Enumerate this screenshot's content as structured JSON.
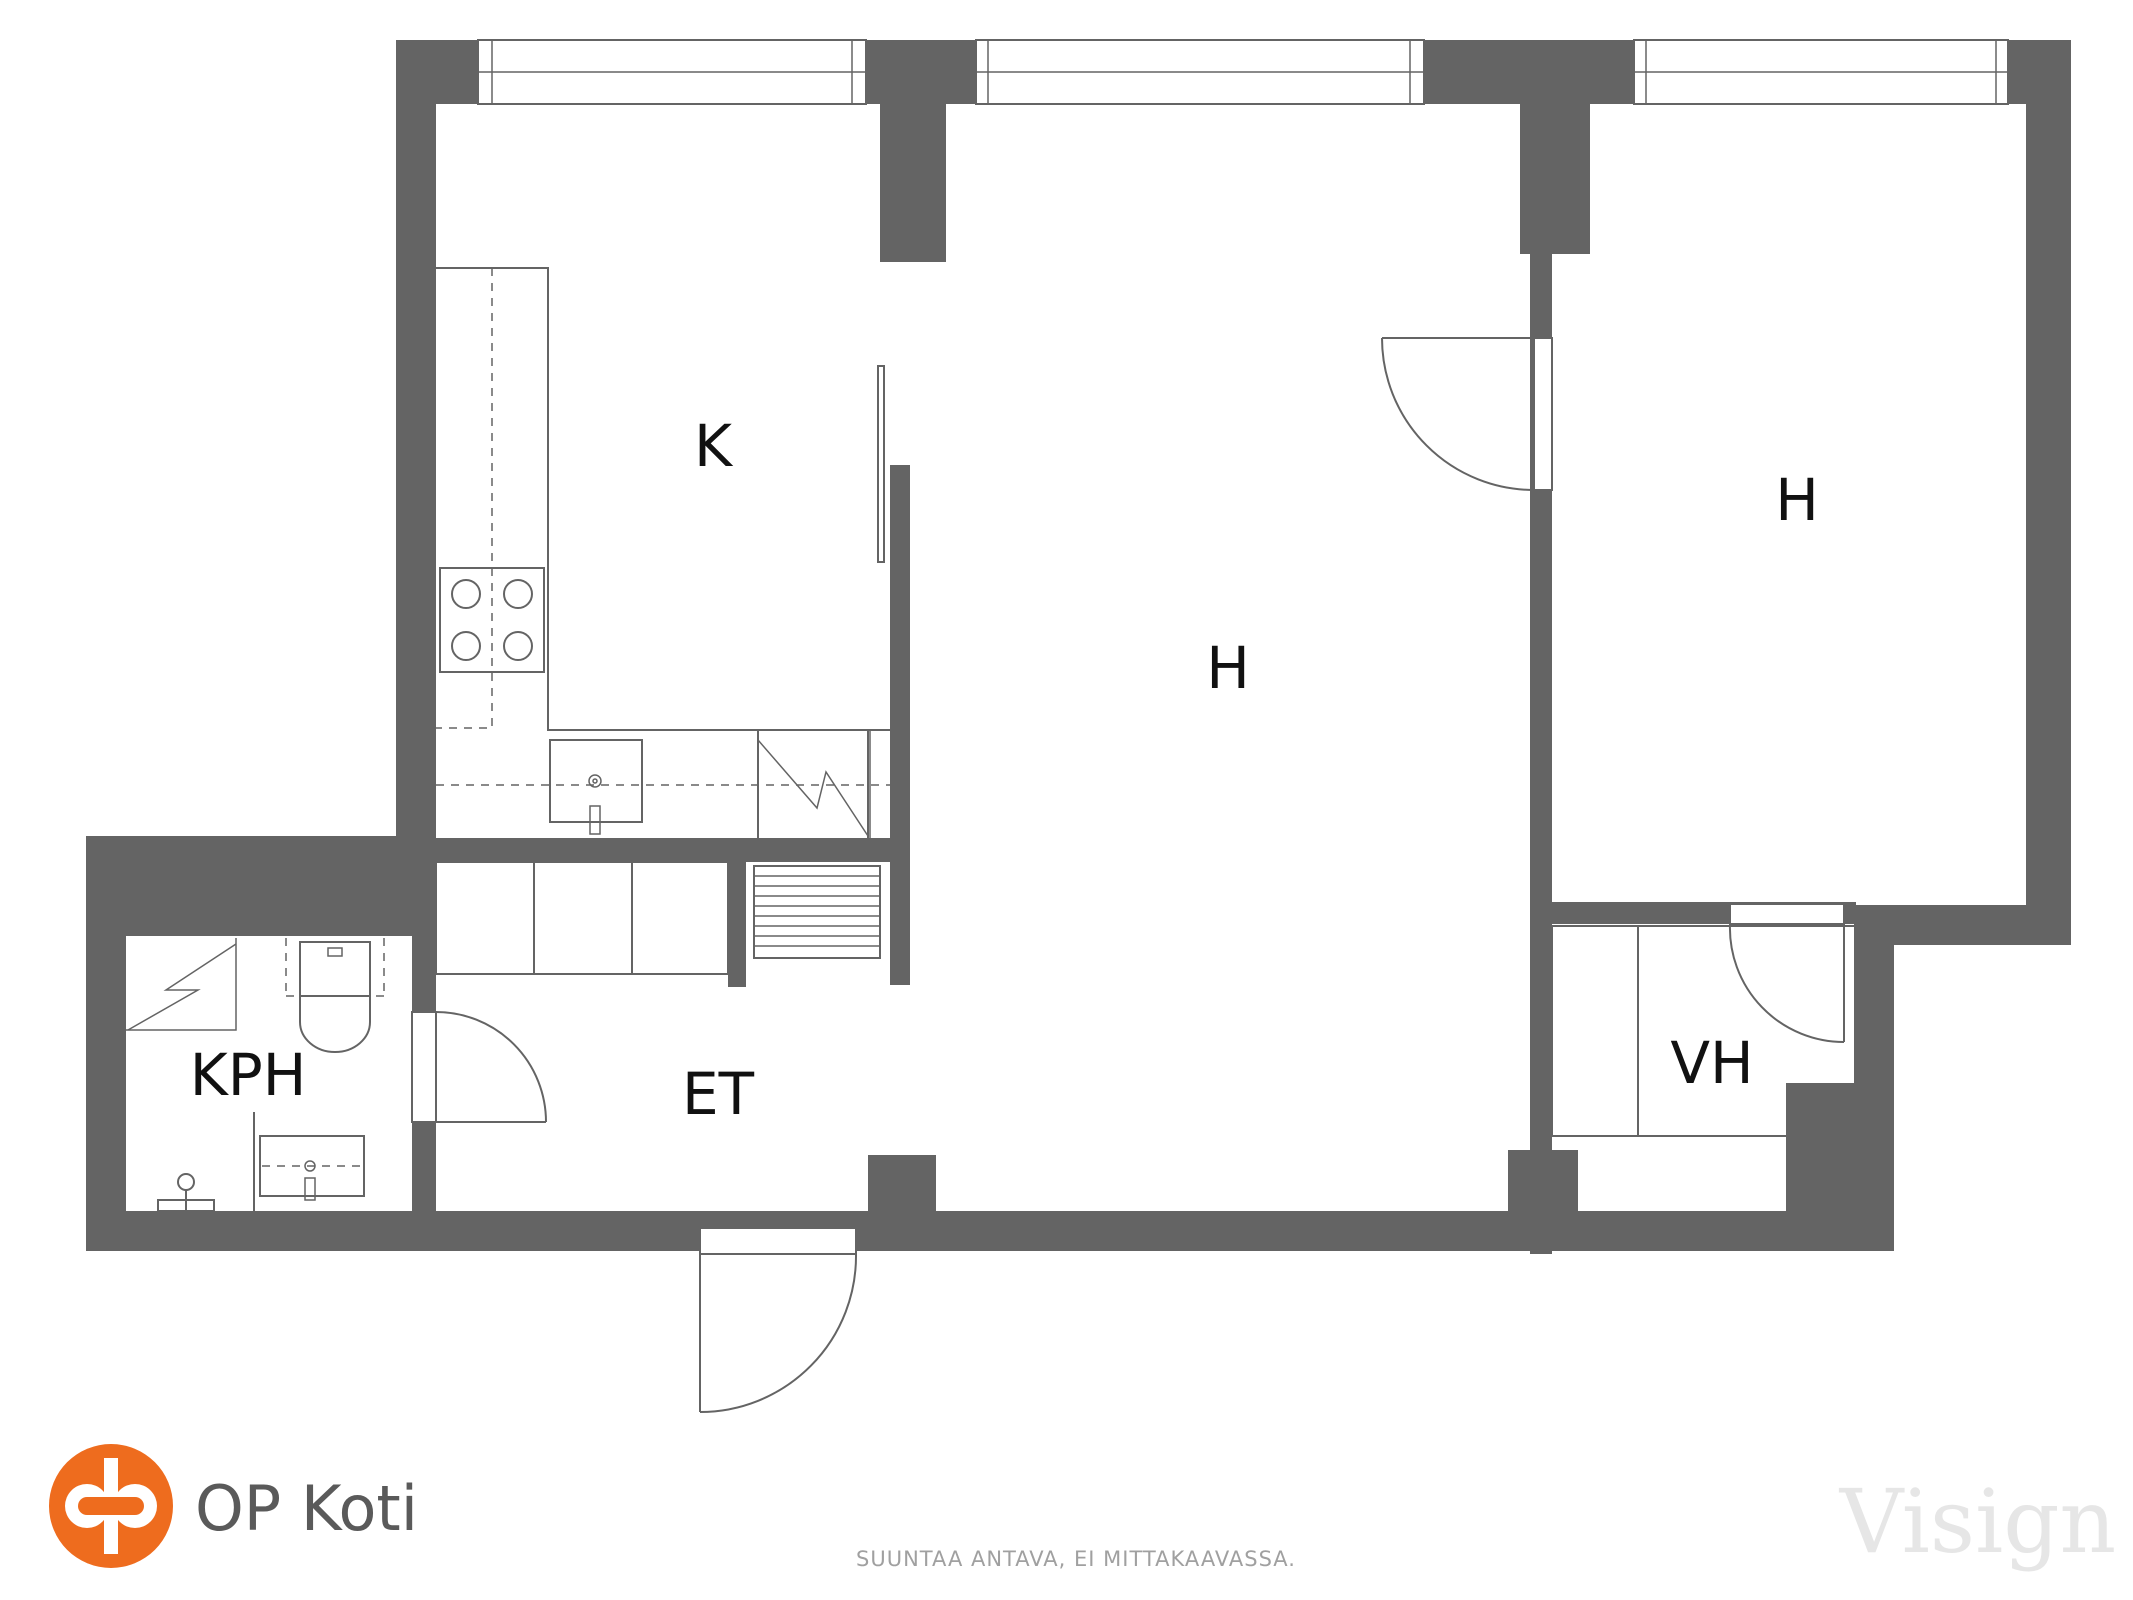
{
  "rooms": {
    "kitchen": "K",
    "living_room": "H",
    "bedroom": "H",
    "bathroom": "KPH",
    "hallway": "ET",
    "walk_in_closet": "VH"
  },
  "footer": {
    "disclaimer": "SUUNTAA ANTAVA, EI MITTAKAAVASSA."
  },
  "brand": {
    "name": "OP Koti",
    "logo_icon": "op-logo-icon",
    "logo_color": "#ee6c1e"
  },
  "watermark": {
    "text": "Visign"
  },
  "colors": {
    "wall": "#646464",
    "background": "#ffffff",
    "label": "#111111"
  }
}
